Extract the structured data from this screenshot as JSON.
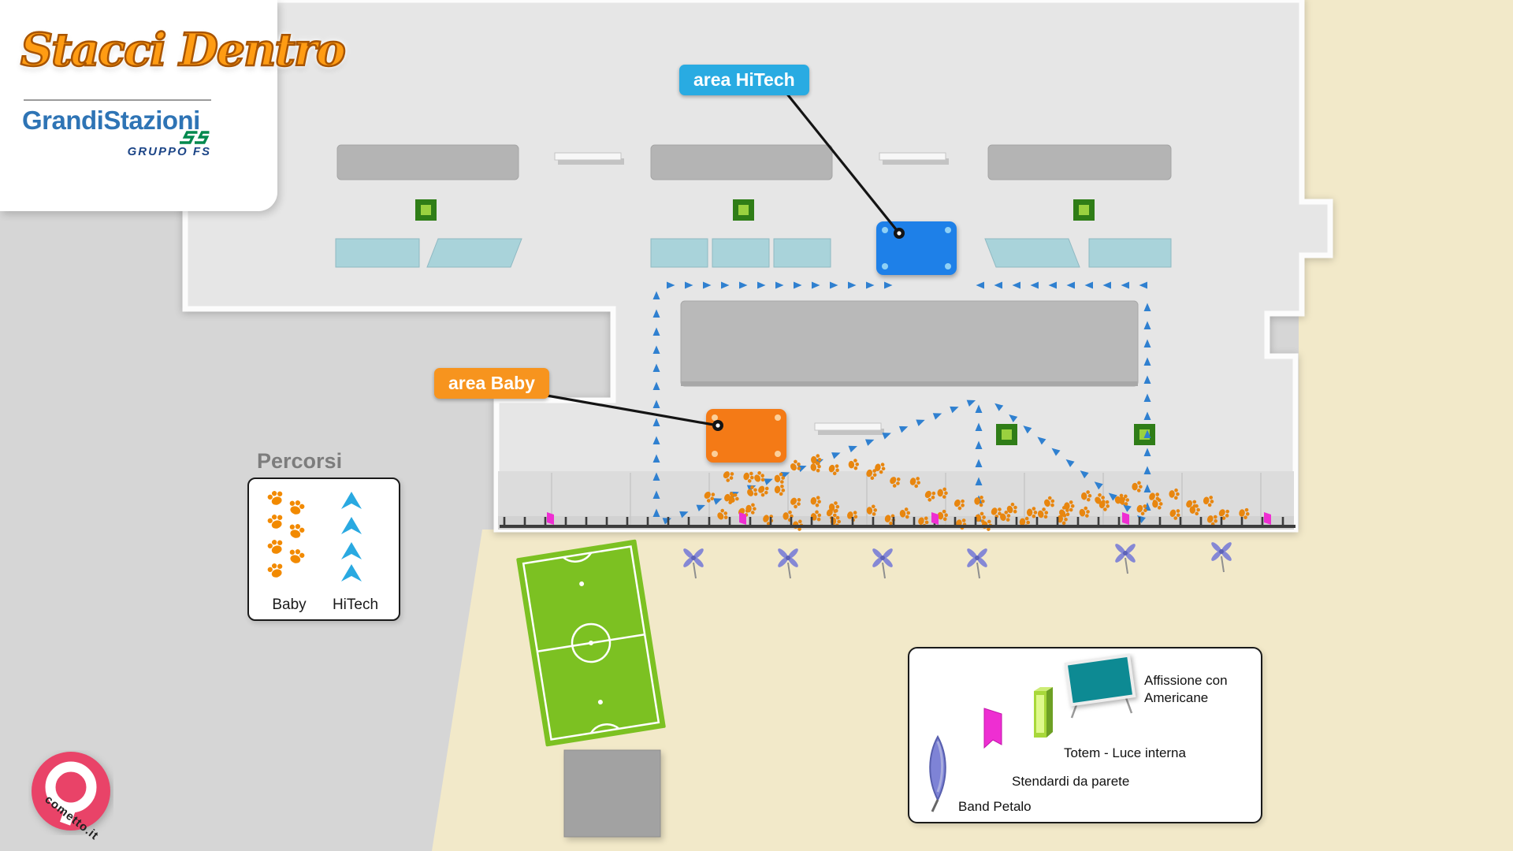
{
  "header": {
    "logo_title": "Stacci Dentro",
    "brand": "GrandiStazioni",
    "brand_sub": "GRUPPO FS"
  },
  "map": {
    "area_hitech_label": "area HiTech",
    "area_baby_label": "area Baby"
  },
  "percorsi_legend": {
    "title": "Percorsi",
    "items": [
      {
        "label": "Baby",
        "icon": "paw-prints-icon",
        "color": "#f28a00"
      },
      {
        "label": "HiTech",
        "icon": "up-arrows-icon",
        "color": "#29a9e1"
      }
    ]
  },
  "symbols_legend": {
    "items": [
      {
        "label": "Affissione con Americane",
        "icon": "billboard-icon",
        "color": "#0d8a93"
      },
      {
        "label": "Totem - Luce interna",
        "icon": "totem-icon",
        "color": "#95ce3a"
      },
      {
        "label": "Stendardi da parete",
        "icon": "wall-banner-icon",
        "color": "#ee2ed2"
      },
      {
        "label": "Band Petalo",
        "icon": "petal-banner-icon",
        "color": "#7e83d6"
      }
    ]
  },
  "footer_logo": {
    "text": "cometto.it"
  },
  "colors": {
    "background": "#d6d6d6",
    "floor": "#e6e6e6",
    "outdoor": "#f2e9c9",
    "hitech_accent": "#29abe2",
    "baby_accent": "#f7941e",
    "hitech_zone": "#1e80e8",
    "baby_zone": "#f47a16",
    "route_blue": "#2f80d0",
    "paw_orange": "#e8860f",
    "brand_blue": "#2e74b5",
    "fs_green": "#00894e",
    "cometto_pink": "#e94368"
  }
}
